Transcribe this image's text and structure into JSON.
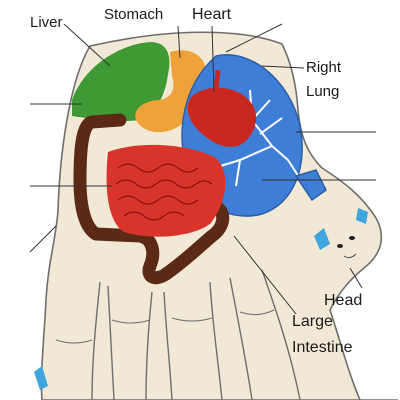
{
  "labels": {
    "liver": "Liver",
    "stomach": "Stomach",
    "heart": "Heart",
    "right_lung_line1": "Right",
    "right_lung_line2": "Lung",
    "head": "Head",
    "large_intestine_line1": "Large",
    "large_intestine_line2": "Intestine"
  },
  "colors": {
    "skin": "#f1e9d6",
    "outline": "#6e6e6e",
    "liver": "#3f9a35",
    "stomach": "#f0a23a",
    "heart": "#c8281f",
    "lung": "#3e7ed6",
    "large_intestine": "#5c2a14",
    "small_intestine": "#d8342c",
    "nail": "#3ea6dc"
  }
}
